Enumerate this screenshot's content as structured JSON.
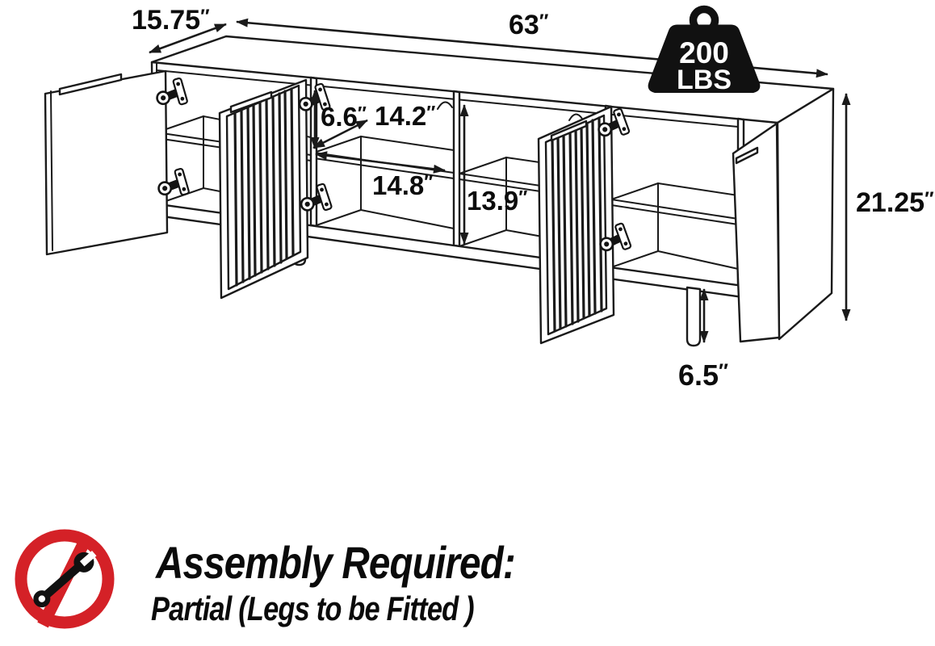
{
  "diagram": {
    "dimension_labels": {
      "depth": {
        "value": "15.75",
        "unit": "″"
      },
      "width": {
        "value": "63",
        "unit": "″"
      },
      "cubby_height": {
        "value": "6.6",
        "unit": "″"
      },
      "cubby_depth": {
        "value": "14.2",
        "unit": "″"
      },
      "middle_width": {
        "value": "14.8",
        "unit": "″"
      },
      "middle_height": {
        "value": "13.9",
        "unit": "″"
      },
      "overall_height": {
        "value": "21.25",
        "unit": "″"
      },
      "leg_height": {
        "value": "6.5",
        "unit": "″"
      }
    },
    "weight_capacity": {
      "value": "200",
      "unit": "LBS"
    }
  },
  "footer": {
    "heading": "Assembly Required:",
    "subheading": "Partial (Legs to be Fitted )"
  },
  "colors": {
    "line": "#1a1a1a",
    "prohibition_red": "#d42127",
    "weight_badge": "#111111",
    "text": "#0a0a0a"
  }
}
